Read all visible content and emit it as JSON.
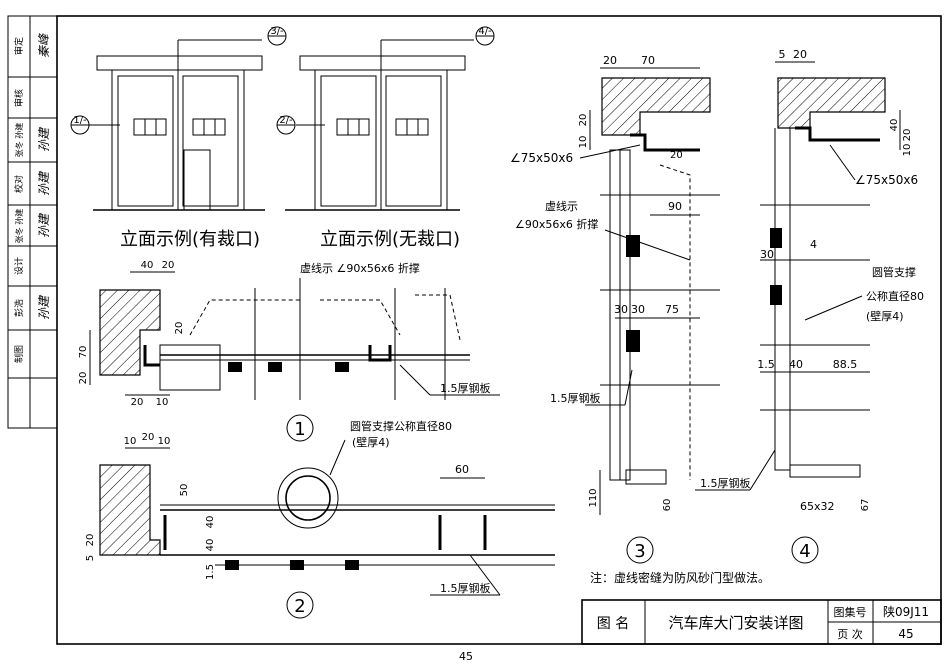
{
  "side_bar": {
    "rows": [
      {
        "role": "审定",
        "name": "秦峰"
      },
      {
        "role": "审核",
        "name": ""
      },
      {
        "role": "张冬 孙建",
        "name": "孙建"
      },
      {
        "role": "校对",
        "name": "孙建"
      },
      {
        "role": "张冬 孙建",
        "name": "孙建"
      },
      {
        "role": "设计",
        "name": ""
      },
      {
        "role": "彭浩",
        "name": "孙建"
      },
      {
        "role": "制图",
        "name": ""
      }
    ]
  },
  "elev1": {
    "title": "立面示例(有裁口)",
    "callout_top": "3/-",
    "callout_left": "1/-"
  },
  "elev2": {
    "title": "立面示例(无裁口)",
    "callout_top": "4/-",
    "callout_left": "2/-"
  },
  "det1": {
    "num": "1",
    "dims_top": [
      "40",
      "20"
    ],
    "dim_left_a": "70",
    "dim_left_b": "20",
    "dim_bot": [
      "20",
      "10"
    ],
    "dim_small": "20",
    "label_dash": "虚线示 ∠90x56x6 折撑",
    "label_plate": "1.5厚钢板"
  },
  "det2": {
    "num": "2",
    "dims_top": [
      "10",
      "20",
      "10"
    ],
    "dim_50": "50",
    "dim_40a": "40",
    "dim_40b": "40",
    "dim_left": [
      "20",
      "5"
    ],
    "dim_15": "1.5",
    "dim_60": "60",
    "label_pipe": "圆管支撑公称直径80",
    "label_pipe2": "(壁厚4)",
    "label_plate": "1.5厚钢板"
  },
  "det3": {
    "num": "3",
    "dims_top": [
      "20",
      "70"
    ],
    "dims_side": [
      "10",
      "20"
    ],
    "dim_20": "20",
    "dim_90": "90",
    "dims_mid": [
      "30",
      "30",
      "75"
    ],
    "dim_110": "110",
    "dim_60": "60",
    "label_angle": "∠75x50x6",
    "label_dash1": "虚线示",
    "label_dash2": "∠90x56x6 折撑",
    "label_plate": "1.5厚钢板"
  },
  "det4": {
    "num": "4",
    "dims_top": [
      "5",
      "20"
    ],
    "dims_side": [
      "40",
      "20",
      "10"
    ],
    "label_angle": "∠75x50x6",
    "dim_30": "30",
    "dim_4": "4",
    "label_pipe1": "圆管支撑",
    "label_pipe2": "公称直径80",
    "label_pipe3": "(壁厚4)",
    "dims_mid": [
      "1.5",
      "40",
      "88.5"
    ],
    "label_plate": "1.5厚钢板",
    "label_65": "65x32",
    "dim_67": "67"
  },
  "note": "注：虚线密缝为防风砂门型做法。",
  "title_block": {
    "name_label": "图  名",
    "name": "汽车库大门安装详图",
    "set_label": "图集号",
    "set_value": "陕09J11",
    "page_label": "页  次",
    "page_value": "45"
  },
  "page_number": "45"
}
